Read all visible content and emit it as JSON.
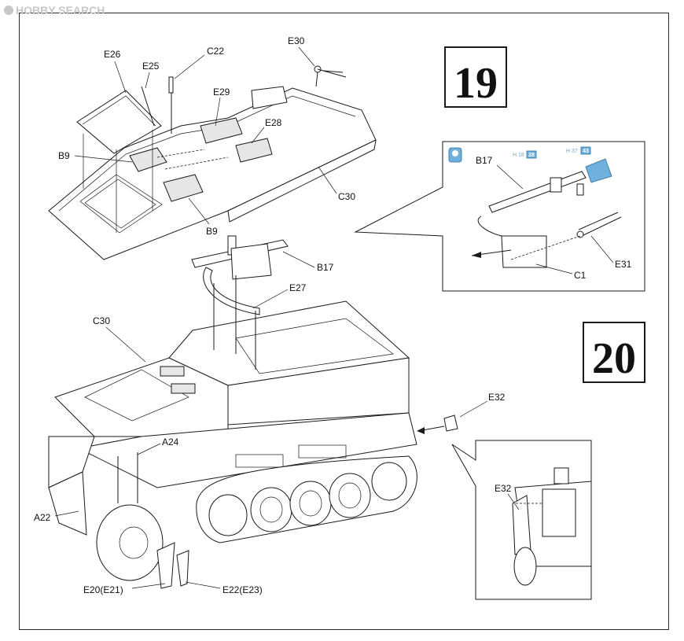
{
  "watermark": "HOBBY SEARCH",
  "steps": [
    {
      "number": "19"
    },
    {
      "number": "20"
    }
  ],
  "labels": {
    "E26": "E26",
    "E25": "E25",
    "C22": "C22",
    "E30": "E30",
    "E29": "E29",
    "E28": "E28",
    "B9_top": "B9",
    "C30_top": "C30",
    "B9_bottom": "B9",
    "B17_main": "B17",
    "E27": "E27",
    "C30_main": "C30",
    "A24": "A24",
    "A22": "A22",
    "E20_E21": "E20(E21)",
    "E22_E23": "E22(E23)",
    "E32_main": "E32",
    "B17_inset": "B17",
    "E31": "E31",
    "C1": "C1",
    "E32_inset": "E32"
  },
  "inset_codes": {
    "code1": "H 18",
    "badge1": "28",
    "code2": "H 37",
    "badge2": "43"
  },
  "colors": {
    "accent": "#6fb0dd",
    "ink": "#1a1a1a",
    "watermark": "#c7c7c7"
  }
}
